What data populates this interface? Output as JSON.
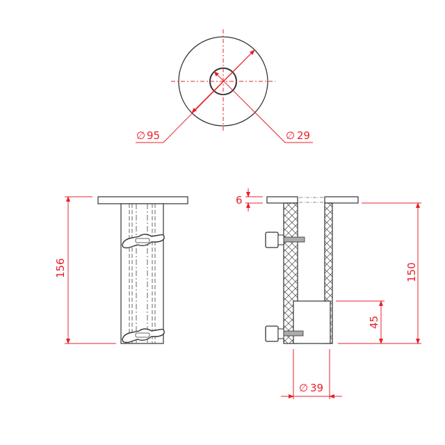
{
  "colors": {
    "dimension": "#e8202a",
    "outline": "#333333"
  },
  "top_view": {
    "outer_diameter": "95",
    "inner_diameter": "29",
    "diameter_symbol": "∅"
  },
  "front_view": {
    "height": "156"
  },
  "section_view": {
    "plate_thickness": "6",
    "height": "150",
    "insert_height": "45",
    "insert_diameter": "39"
  }
}
